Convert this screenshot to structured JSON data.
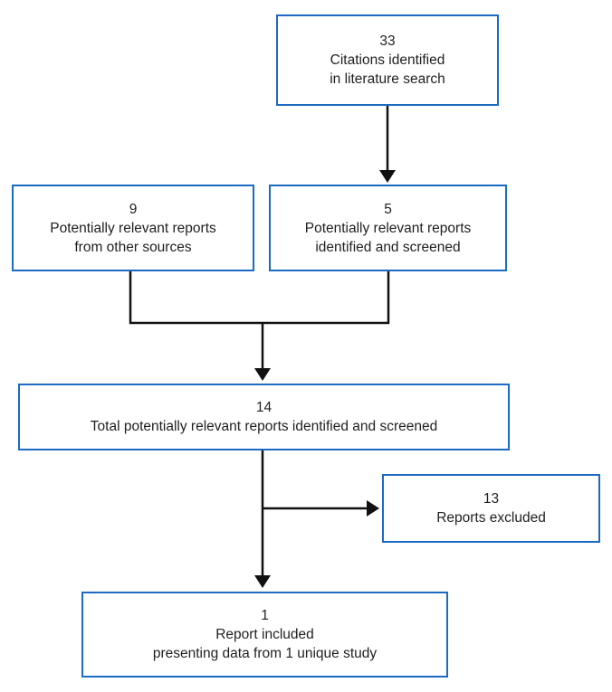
{
  "colors": {
    "background": "#ffffff",
    "box_border": "#1c6ac1",
    "line": "#111111",
    "text": "#1f1f1f"
  },
  "boxes": {
    "citations": {
      "value": "33",
      "label": "Citations identified\nin literature search"
    },
    "other_sources": {
      "value": "9",
      "label": "Potentially relevant reports\nfrom other sources"
    },
    "screened": {
      "value": "5",
      "label": "Potentially relevant reports\nidentified and screened"
    },
    "total": {
      "value": "14",
      "label": "Total potentially relevant reports identified and screened"
    },
    "excluded": {
      "value": "13",
      "label": "Reports excluded"
    },
    "included": {
      "value": "1",
      "label": "Report included\npresenting data from 1 unique study"
    }
  },
  "edges": [
    {
      "from": "citations",
      "to": "screened"
    },
    {
      "from": "other_sources",
      "to": "total"
    },
    {
      "from": "screened",
      "to": "total"
    },
    {
      "from": "total",
      "to": "excluded"
    },
    {
      "from": "total",
      "to": "included"
    }
  ]
}
